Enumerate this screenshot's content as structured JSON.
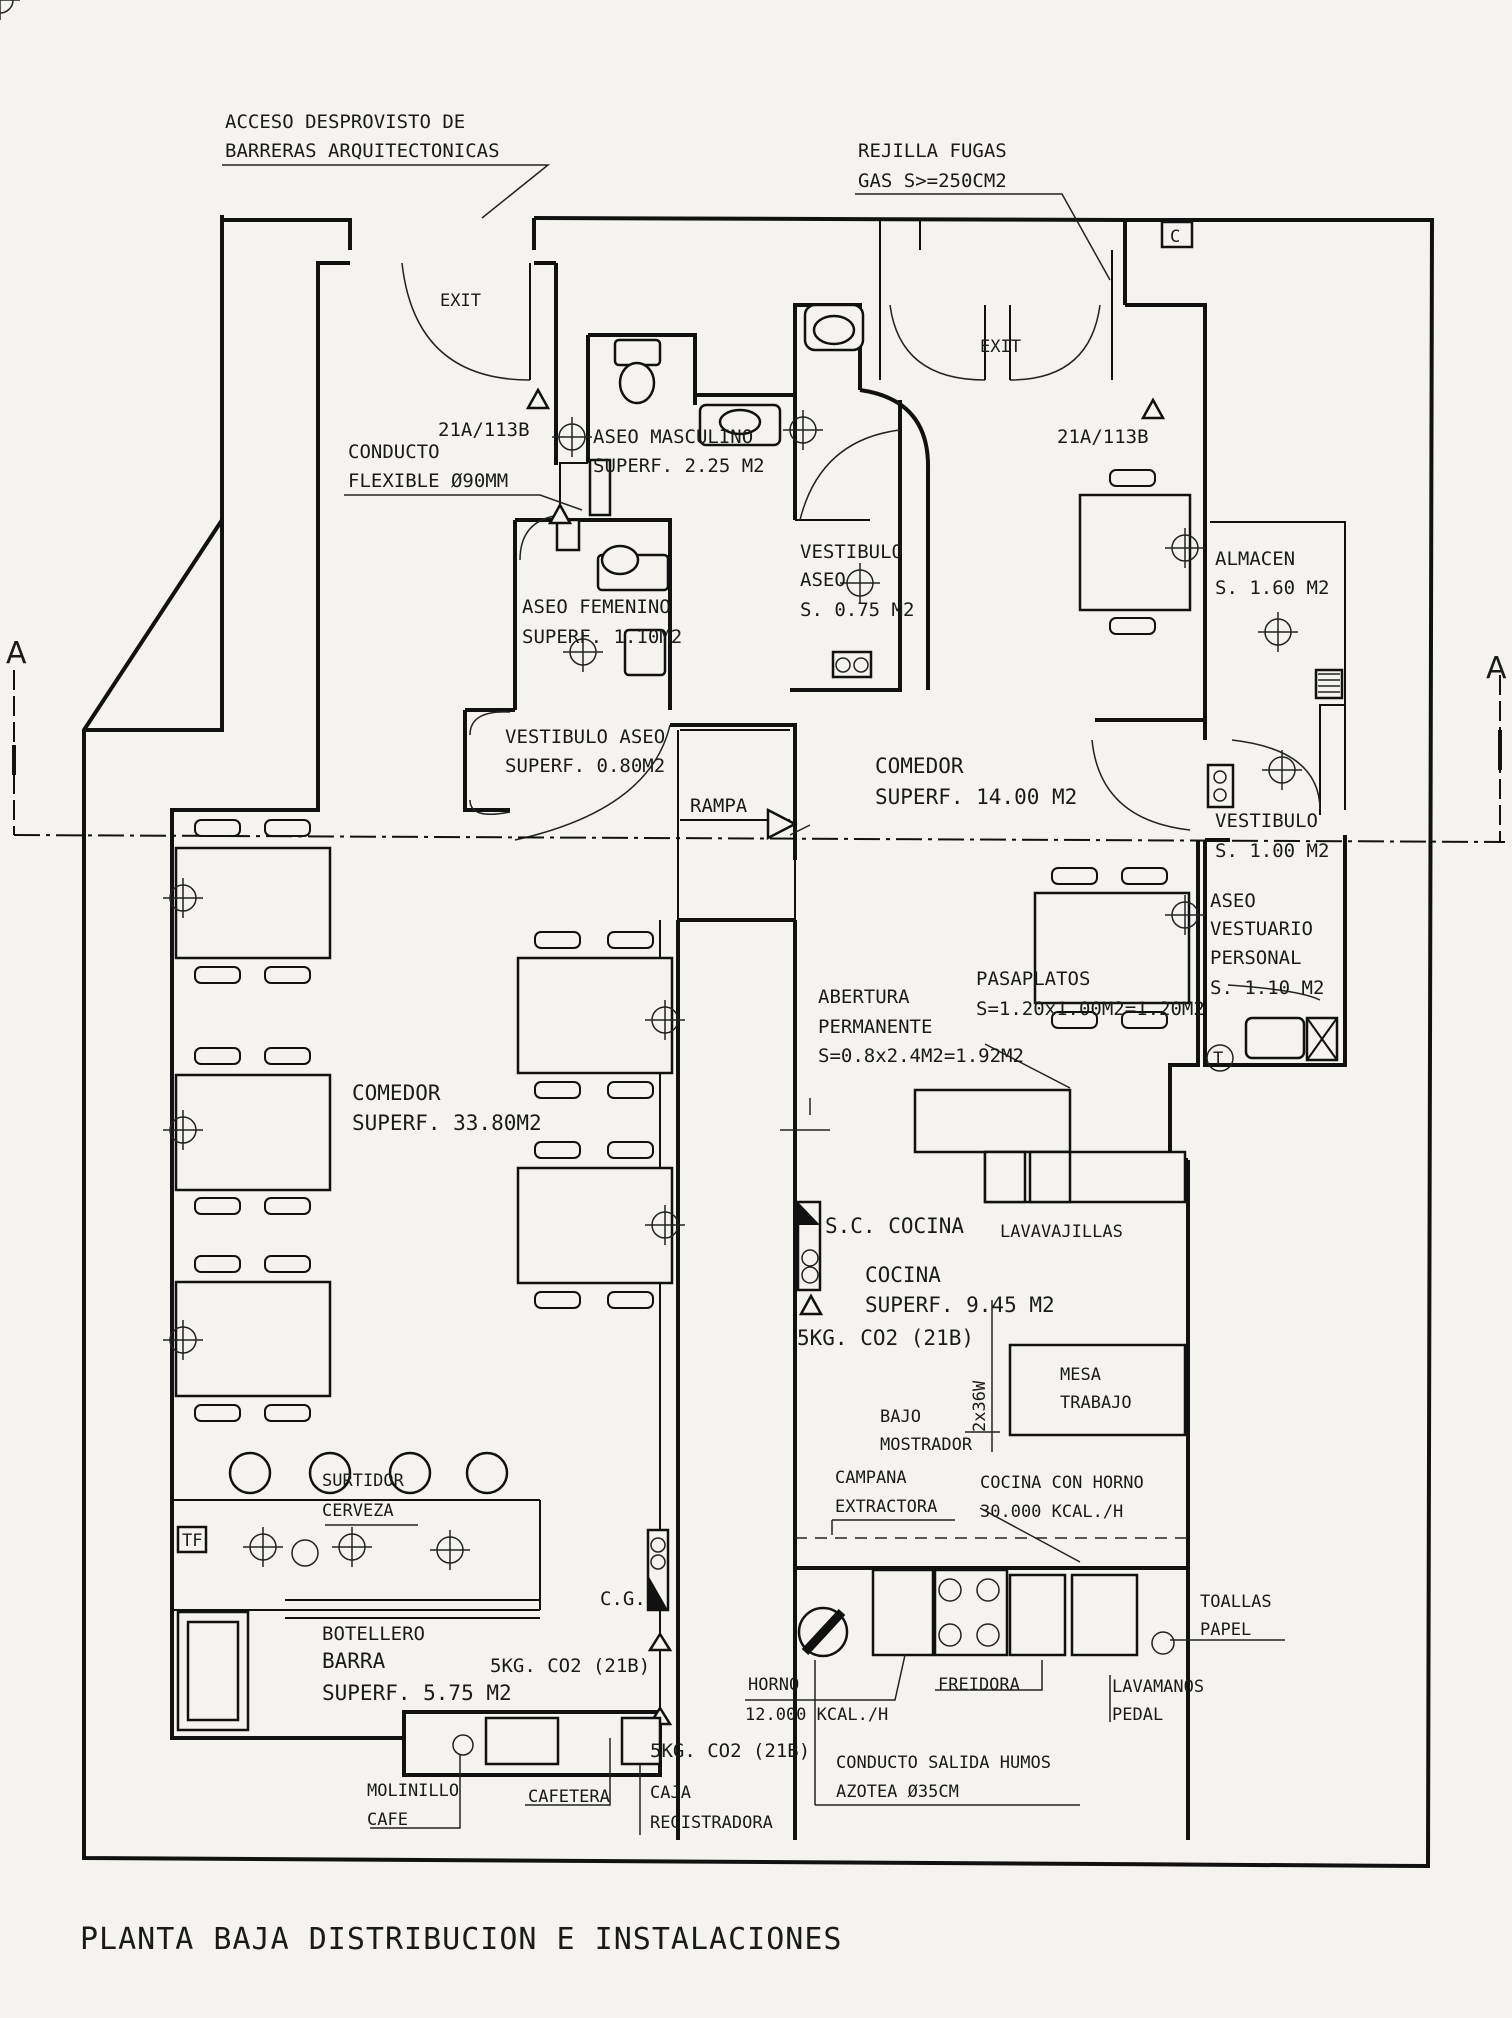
{
  "drawing_title": "PLANTA BAJA DISTRIBUCION E INSTALACIONES",
  "section_marks": {
    "left": "A",
    "right": "A"
  },
  "annotations": {
    "acceso_1": "ACCESO DESPROVISTO DE",
    "acceso_2": "BARRERAS ARQUITECTONICAS",
    "rejilla_1": "REJILLA FUGAS",
    "rejilla_2": "GAS S>=250CM2",
    "exit_left": "EXIT",
    "exit_right": "EXIT",
    "ext_left": "21A/113B",
    "ext_right": "21A/113B",
    "conducto_1": "CONDUCTO",
    "conducto_2": "FLEXIBLE Ø90MM",
    "rampa": "RAMPA",
    "abertura_1": "ABERTURA",
    "abertura_2": "PERMANENTE",
    "abertura_3": "S=0.8x2.4M2=1.92M2",
    "pasaplatos_1": "PASAPLATOS",
    "pasaplatos_2": "S=1.20x1.00M2=1.20M2",
    "lavavajillas": "LAVAVAJILLAS",
    "sc_cocina": "S.C. COCINA",
    "co2_cocina": "5KG. CO2 (21B)",
    "lum": "2x36W",
    "mesa_1": "MESA",
    "mesa_2": "TRABAJO",
    "bajo_1": "BAJO",
    "bajo_2": "MOSTRADOR",
    "campana_1": "CAMPANA",
    "campana_2": "EXTRACTORA",
    "horno_cocina_1": "COCINA CON HORNO",
    "horno_cocina_2": "30.000 KCAL./H",
    "toallas_1": "TOALLAS",
    "toallas_2": "PAPEL",
    "horno_1": "HORNO",
    "horno_2": "12.000 KCAL./H",
    "freidora": "FREIDORA",
    "lavamanos_1": "LAVAMANOS",
    "lavamanos_2": "PEDAL",
    "humos_1": "CONDUCTO SALIDA HUMOS",
    "humos_2": "AZOTEA Ø35CM",
    "surtidor_1": "SURTIDOR",
    "surtidor_2": "CERVEZA",
    "tf": "TF",
    "cg": "C.G.",
    "co2_barra": "5KG. CO2 (21B)",
    "co2_caja": "5KG. CO2 (21B)",
    "botellero": "BOTELLERO",
    "molinillo_1": "MOLINILLO",
    "molinillo_2": "CAFE",
    "cafetera": "CAFETERA",
    "caja_1": "CAJA",
    "caja_2": "REGISTRADORA",
    "c_box": "C",
    "t_box": "T"
  },
  "rooms": {
    "aseo_masc_1": "ASEO MASCULINO",
    "aseo_masc_2": "SUPERF. 2.25 M2",
    "aseo_fem_1": "ASEO FEMENINO",
    "aseo_fem_2": "SUPERF. 1.10M2",
    "vest_aseo_1": "VESTIBULO",
    "vest_aseo_2": "ASEO",
    "vest_aseo_3": "S. 0.75 M2",
    "vest_fem_1": "VESTIBULO ASEO",
    "vest_fem_2": "SUPERF. 0.80M2",
    "almacen_1": "ALMACEN",
    "almacen_2": "S. 1.60 M2",
    "comedor_small_1": "COMEDOR",
    "comedor_small_2": "SUPERF. 14.00 M2",
    "vestibulo_1": "VESTIBULO",
    "vestibulo_2": "S. 1.00 M2",
    "aseo_vest_1": "ASEO",
    "aseo_vest_2": "VESTUARIO",
    "aseo_vest_3": "PERSONAL",
    "aseo_vest_4": "S. 1.10 M2",
    "comedor_big_1": "COMEDOR",
    "comedor_big_2": "SUPERF. 33.80M2",
    "cocina_1": "COCINA",
    "cocina_2": "SUPERF. 9.45 M2",
    "barra_1": "BARRA",
    "barra_2": "SUPERF. 5.75 M2"
  }
}
